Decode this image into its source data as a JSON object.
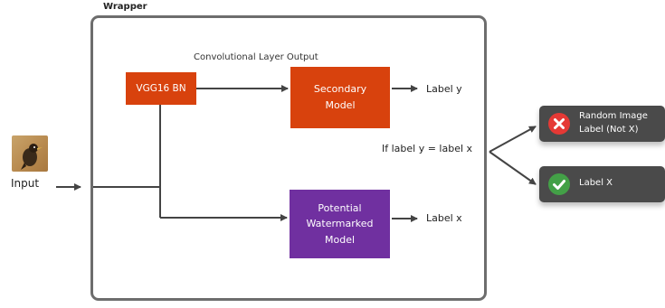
{
  "wrapper": {
    "title": "Wrapper"
  },
  "annotation": {
    "conv_output": "Convolutional Layer Output"
  },
  "input": {
    "label": "Input"
  },
  "blocks": {
    "vgg": "VGG16 BN",
    "secondary_line1": "Secondary",
    "secondary_line2": "Model",
    "watermarked_line1": "Potential",
    "watermarked_line2": "Watermarked",
    "watermarked_line3": "Model"
  },
  "outputs": {
    "label_y": "Label y",
    "label_x": "Label x",
    "condition": "If label y = label x"
  },
  "results": {
    "reject_line1": "Random Image",
    "reject_line2": "Label (Not X)",
    "accept": "Label X"
  },
  "colors": {
    "orange_block": "#d8420d",
    "purple_block": "#7030a0",
    "reject_icon": "#e53935",
    "accept_icon": "#43a047",
    "card_bg": "#4a4a4a",
    "wrapper_border": "#6d6d6d"
  }
}
